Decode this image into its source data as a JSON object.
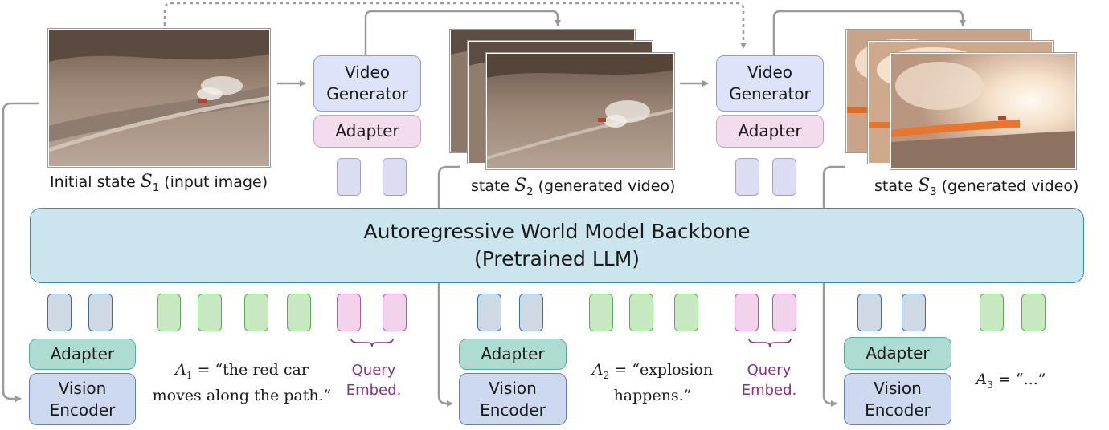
{
  "backbone": {
    "line1": "Autoregressive World Model Backbone",
    "line2": "(Pretrained LLM)"
  },
  "video_generator": {
    "line1": "Video",
    "line2": "Generator"
  },
  "adapter_label": "Adapter",
  "vision_encoder": {
    "line1": "Vision",
    "line2": "Encoder"
  },
  "captions": {
    "s1": {
      "prefix": "Initial state ",
      "symbol": "S",
      "sub": "1",
      "suffix": " (input image)"
    },
    "s2": {
      "prefix": "state ",
      "symbol": "S",
      "sub": "2",
      "suffix": " (generated video)"
    },
    "s3": {
      "prefix": "state ",
      "symbol": "S",
      "sub": "3",
      "suffix": " (generated video)"
    }
  },
  "actions": {
    "a1": {
      "symbol": "A",
      "sub": "1",
      "eq": " = “the red car",
      "line2": "moves along the path.”"
    },
    "a2": {
      "symbol": "A",
      "sub": "2",
      "eq": " = “explosion",
      "line2": "happens.”"
    },
    "a3": {
      "symbol": "A",
      "sub": "3",
      "eq": " = “...”"
    }
  },
  "query_embed": {
    "line1": "Query",
    "line2": "Embed."
  },
  "colors": {
    "backbone_fill": "#cae5ee",
    "video_generator_fill": "#dde3f8",
    "adapter_top_fill": "#f3dcec",
    "adapter_bottom_fill": "#aedbd2",
    "vision_encoder_fill": "#cdd9ee",
    "text_token": "#c8e8c2",
    "query_token": "#f1d3ec",
    "visual_token": "#cfd9e4",
    "generator_token": "#dcdcf3",
    "arrow": "#9a9a9a",
    "query_text": "#8a2f86"
  }
}
